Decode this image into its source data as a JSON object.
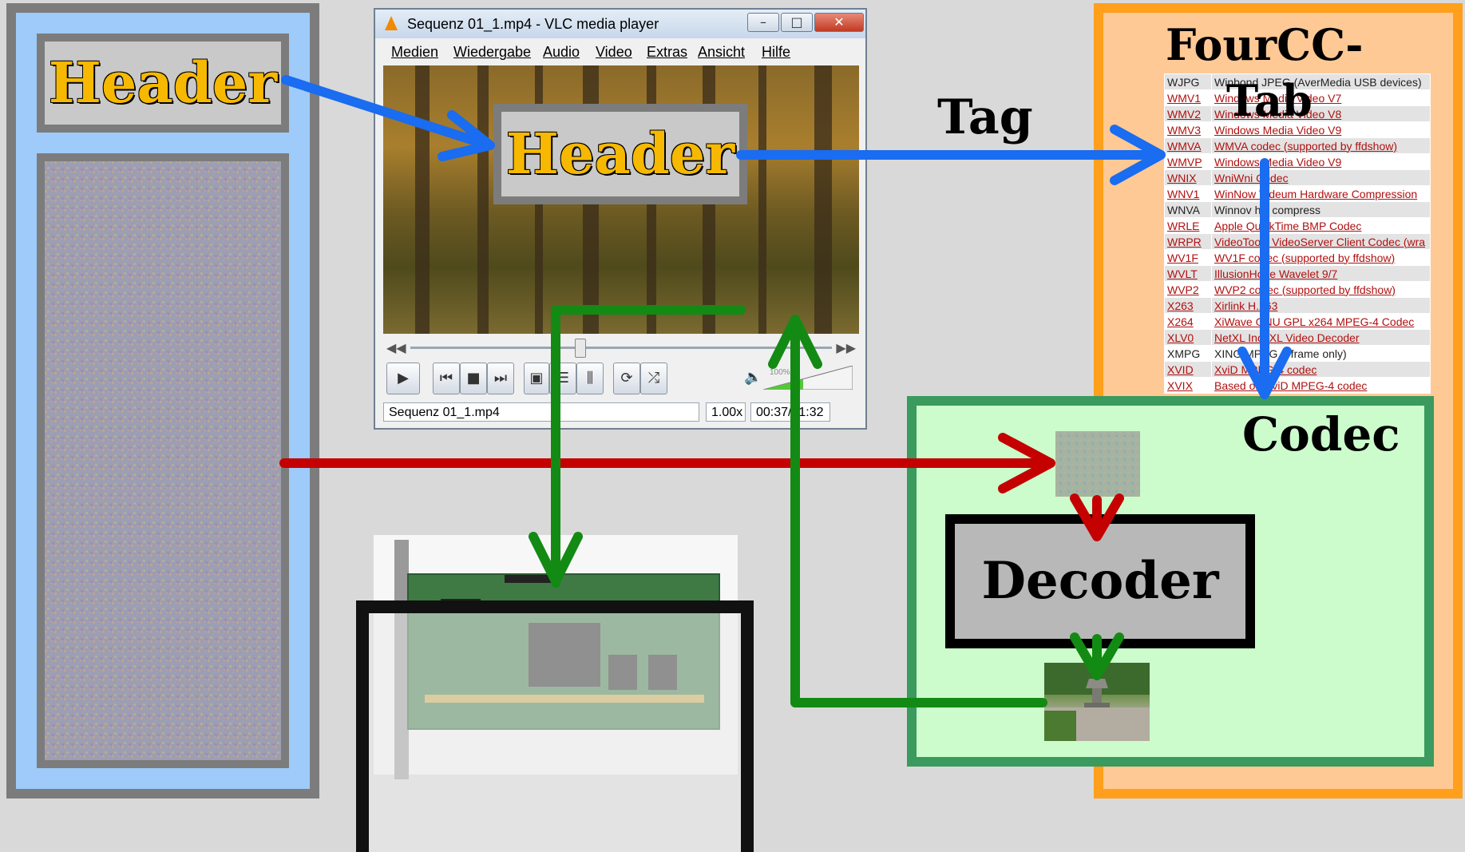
{
  "file": {
    "header_label": "Header"
  },
  "vlc": {
    "title": "Sequenz 01_1.mp4 - VLC media player",
    "window_buttons": [
      "–",
      "□",
      "✕"
    ],
    "menu": [
      "Medien",
      "Wiedergabe",
      "Audio",
      "Video",
      "Extras",
      "Ansicht",
      "Hilfe"
    ],
    "header_label": "Header",
    "status_filename": "Sequenz 01_1.mp4",
    "status_speed": "1.00x",
    "status_time": "00:37/01:32",
    "volume": "100%"
  },
  "tag_label": "Tag",
  "fourcc": {
    "title": "FourCC-",
    "title_line2": "Tab",
    "rows": [
      {
        "code": "WJPG",
        "desc": "Winbond JPEG (AverMedia USB devices)",
        "link": false
      },
      {
        "code": "WMV1",
        "desc": "Windows Media Video V7",
        "link": true
      },
      {
        "code": "WMV2",
        "desc": "Windows Media Video V8",
        "link": true
      },
      {
        "code": "WMV3",
        "desc": "Windows Media Video V9",
        "link": true
      },
      {
        "code": "WMVA",
        "desc": "WMVA codec (supported by ffdshow)",
        "link": true
      },
      {
        "code": "WMVP",
        "desc": "Windows Media Video V9",
        "link": true
      },
      {
        "code": "WNIX",
        "desc": "WniWni Codec",
        "link": true
      },
      {
        "code": "WNV1",
        "desc": "WinNow Videum Hardware Compression",
        "link": true
      },
      {
        "code": "WNVA",
        "desc": "Winnov hw compress",
        "link": false
      },
      {
        "code": "WRLE",
        "desc": "Apple QuickTime BMP Codec",
        "link": true
      },
      {
        "code": "WRPR",
        "desc": "VideoTools VideoServer Client Codec (wra",
        "link": true
      },
      {
        "code": "WV1F",
        "desc": "WV1F codec (supported by ffdshow)",
        "link": true
      },
      {
        "code": "WVLT",
        "desc": "IllusionHope Wavelet 9/7",
        "link": true
      },
      {
        "code": "WVP2",
        "desc": "WVP2 codec (supported by ffdshow)",
        "link": true
      },
      {
        "code": "X263",
        "desc": "Xirlink H.263",
        "link": true
      },
      {
        "code": "X264",
        "desc": "XiWave GNU GPL x264 MPEG-4 Codec",
        "link": true
      },
      {
        "code": "XLV0",
        "desc": "NetXL Inc. XL Video Decoder",
        "link": true
      },
      {
        "code": "XMPG",
        "desc": "XING MPEG (I frame only)",
        "link": false
      },
      {
        "code": "XVID",
        "desc": "XviD MPEG-4 codec",
        "link": true
      },
      {
        "code": "XVIX",
        "desc": "Based on XviD MPEG-4 codec",
        "link": true
      }
    ]
  },
  "codec": {
    "label": "Codec",
    "decoder_label": "Decoder"
  },
  "colors": {
    "blue_arrow": "#1a6cf0",
    "red_arrow": "#c40000",
    "green_arrow": "#138a13",
    "header_text": "#f6b800",
    "file_bg": "#9ecbf9",
    "fourcc_bg": "#ffc996",
    "fourcc_border": "#ff9f1c",
    "codec_bg": "#ccfccc",
    "codec_border": "#3b9a5e"
  }
}
